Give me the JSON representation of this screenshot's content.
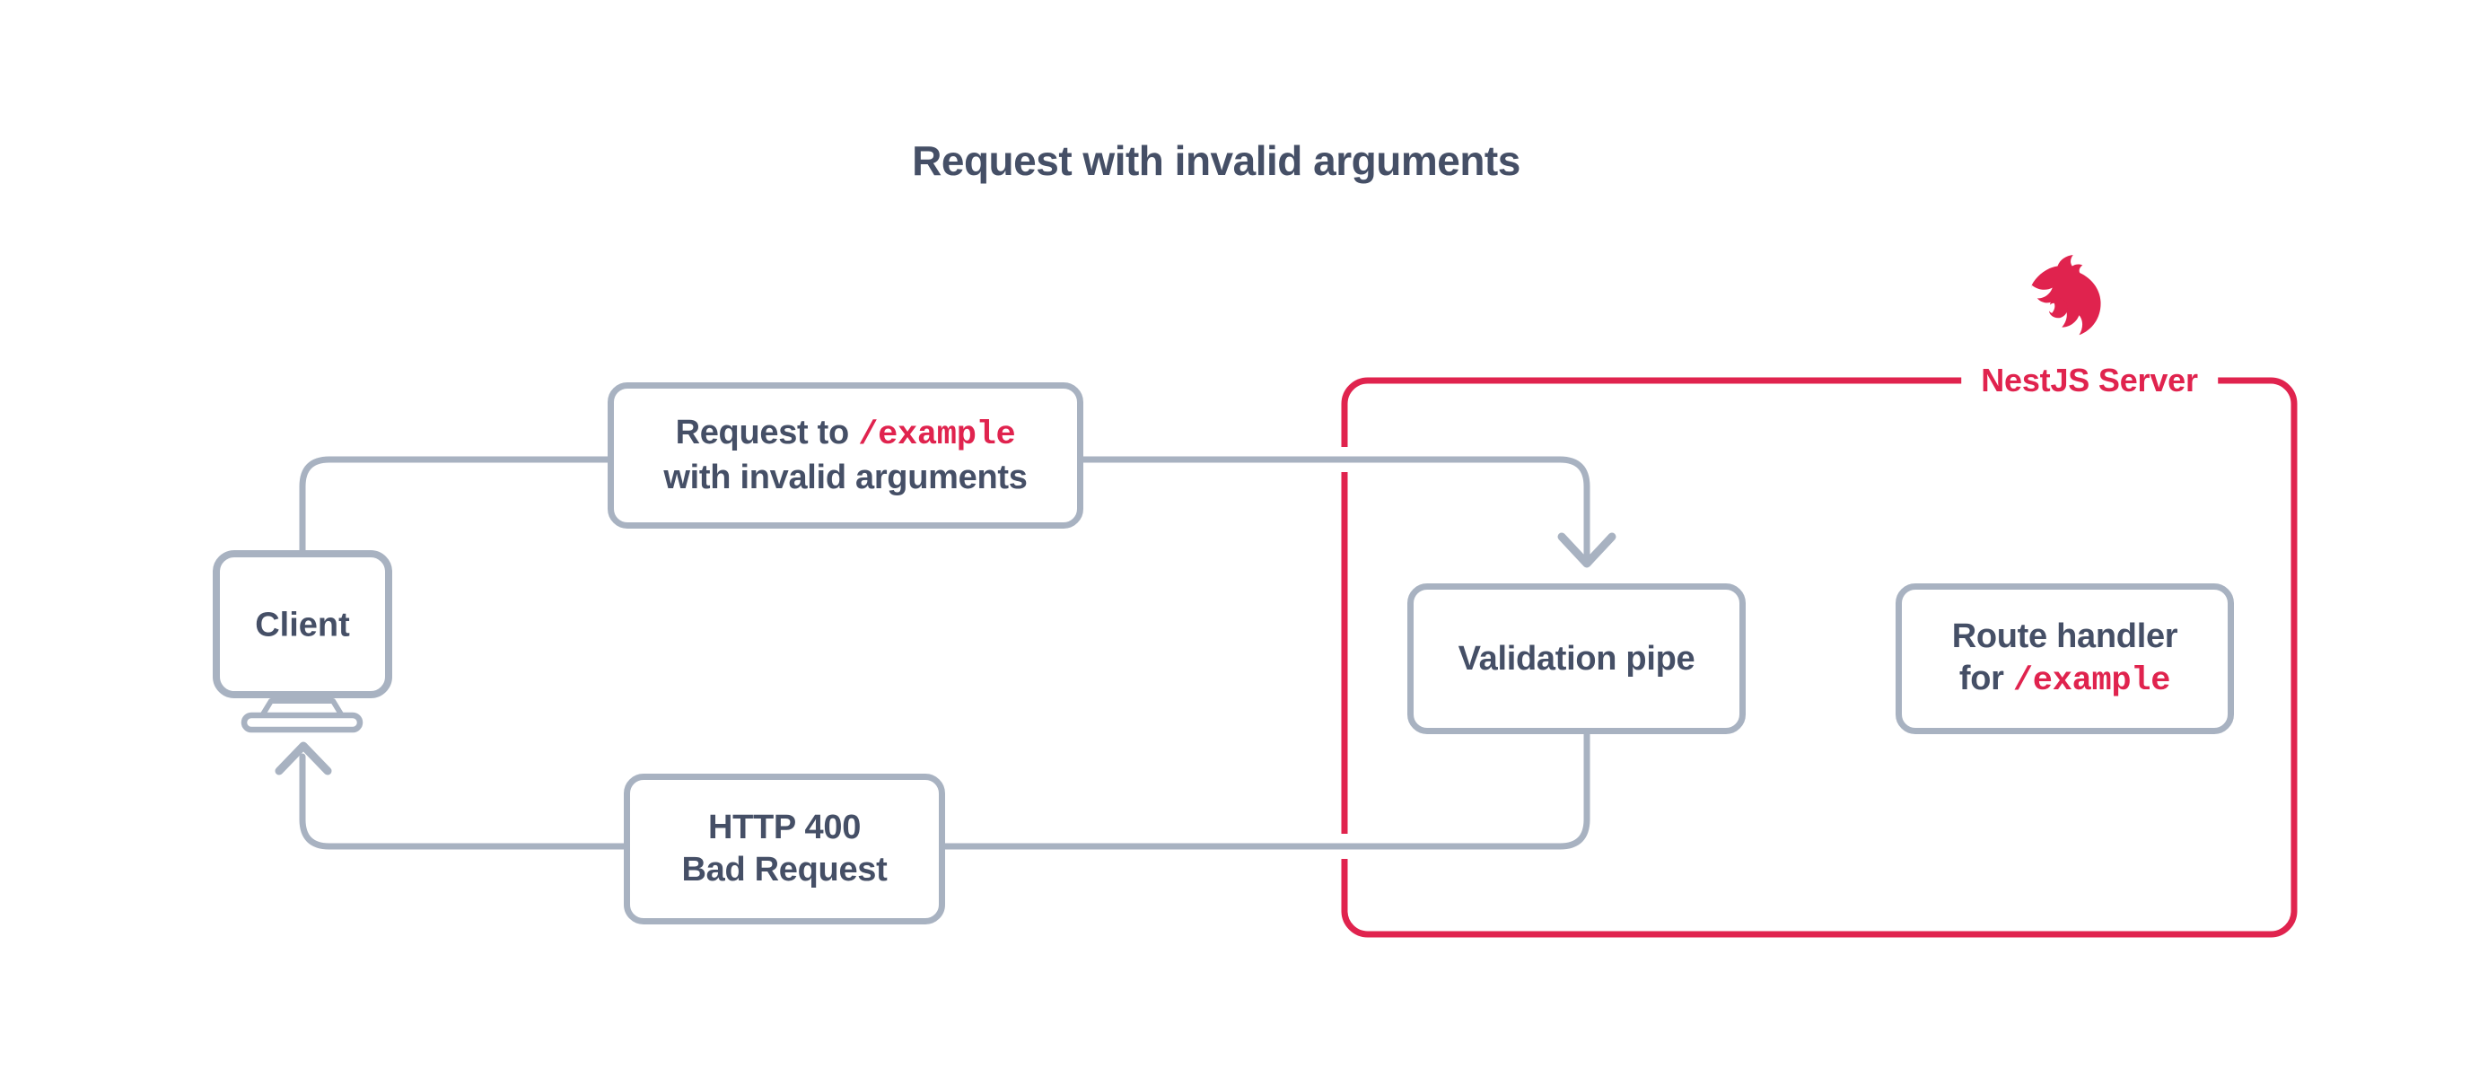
{
  "title": "Request with invalid arguments",
  "colors": {
    "accent_red": "#e0234e",
    "line_gray": "#a8b2c1",
    "text_dark": "#454f66",
    "background": "#ffffff"
  },
  "client": {
    "label": "Client"
  },
  "server": {
    "label": "NestJS Server",
    "logo": "nestjs-logo"
  },
  "boxes": {
    "request": {
      "prefix": "Request to ",
      "code": "/example",
      "line2": "with invalid arguments"
    },
    "validation": {
      "label": "Validation pipe"
    },
    "route_handler": {
      "line1": "Route handler",
      "prefix": "for ",
      "code": "/example"
    },
    "http400": {
      "line1": "HTTP 400",
      "line2": "Bad Request"
    }
  },
  "flow": {
    "request_arrow": "client-to-validation-pipe",
    "response_arrow": "validation-pipe-to-client"
  }
}
